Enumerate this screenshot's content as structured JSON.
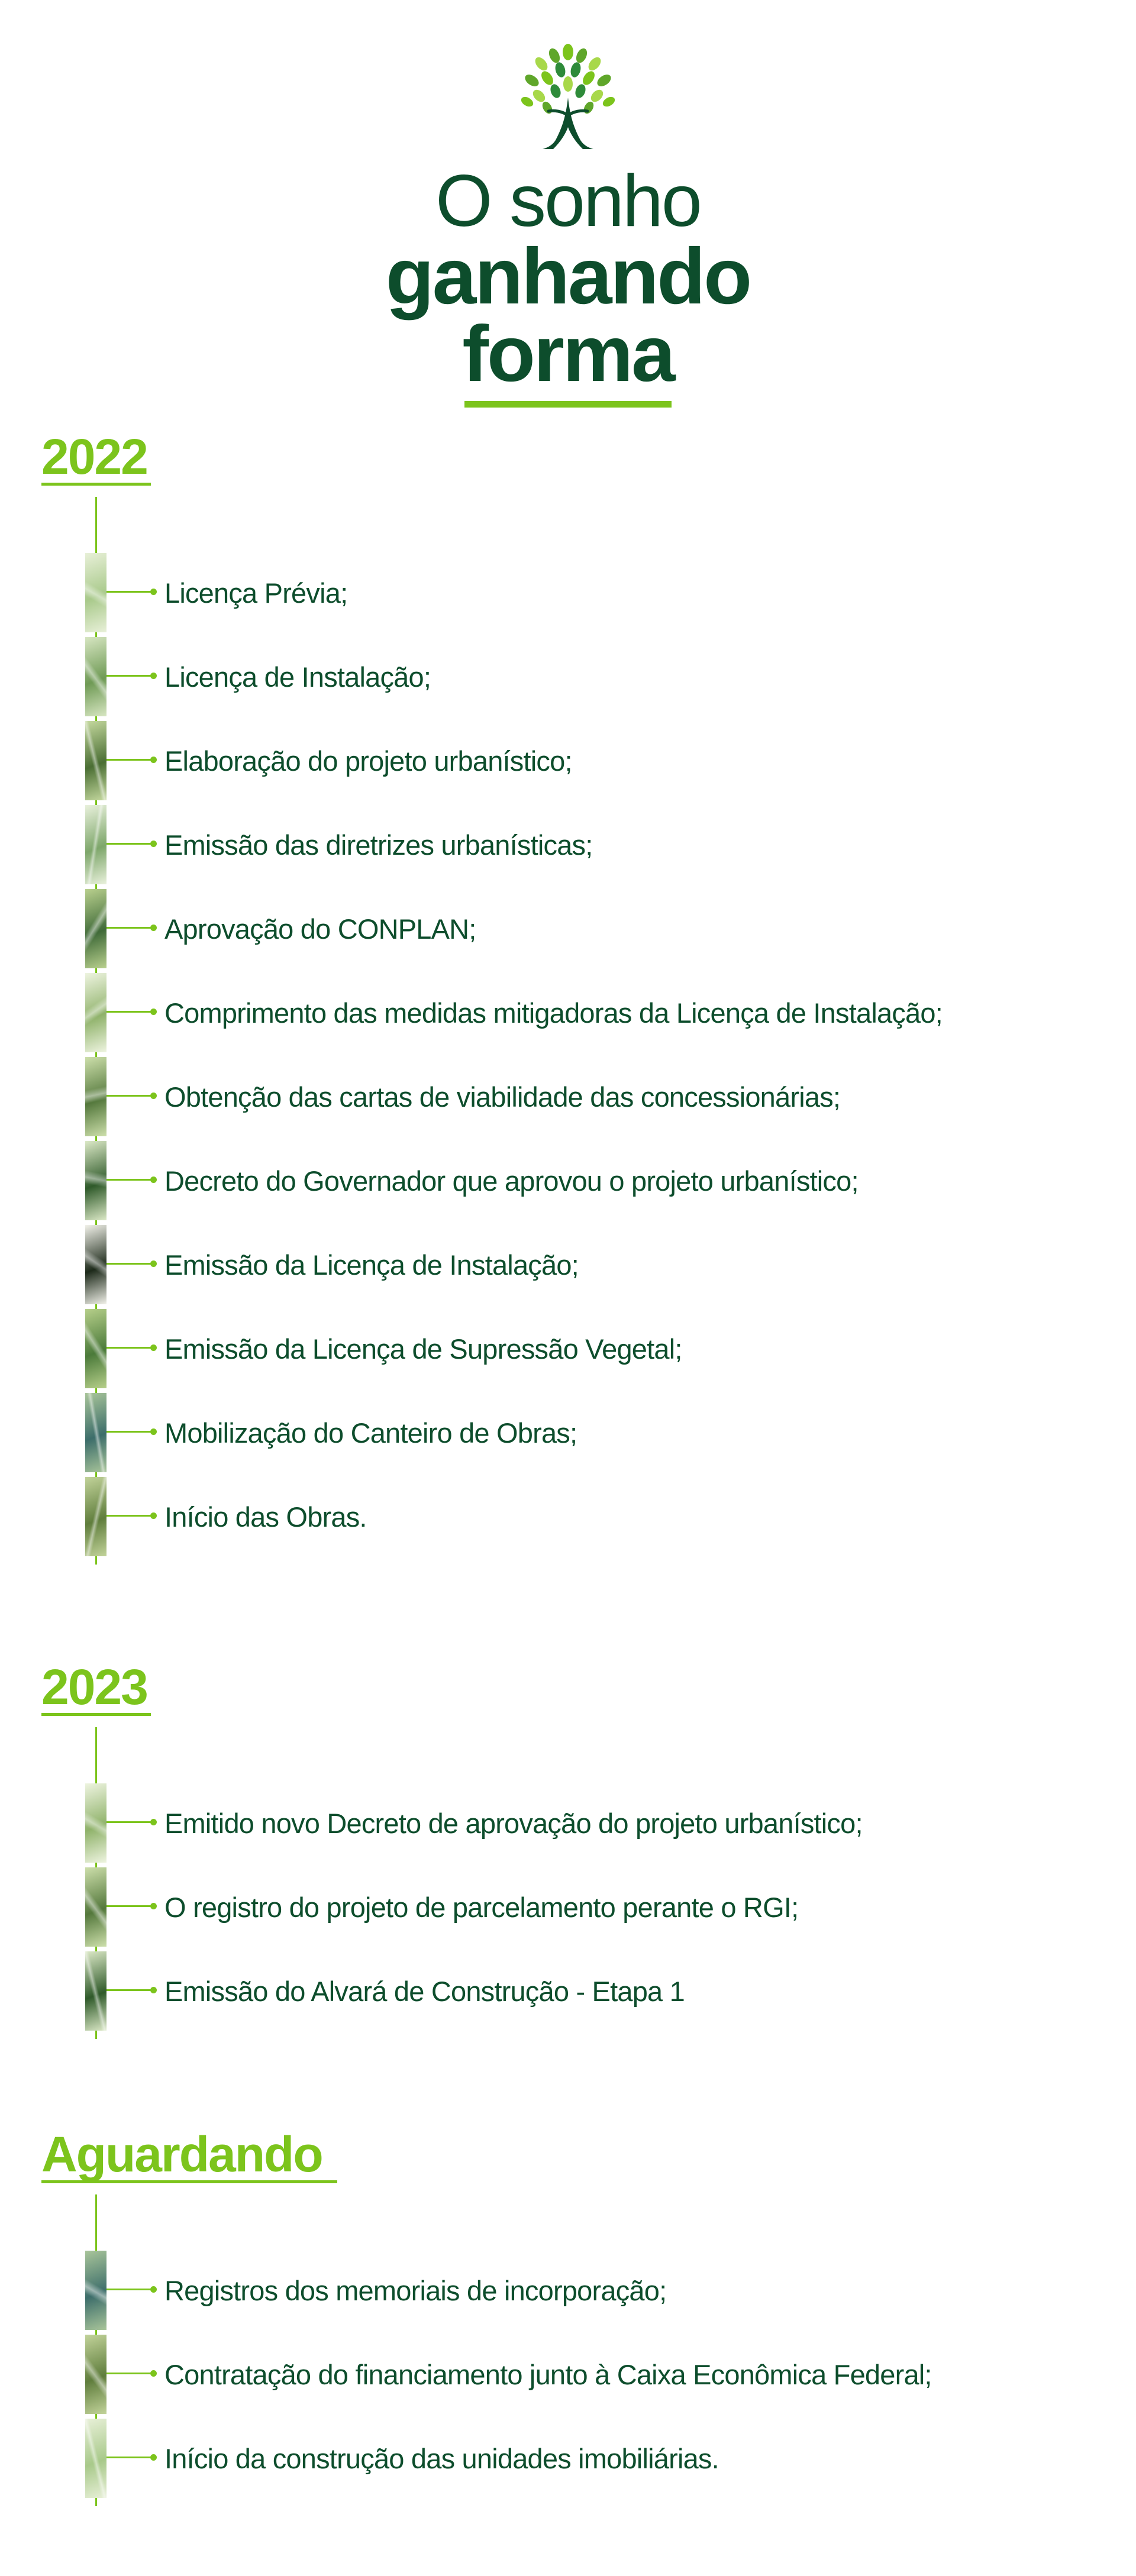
{
  "header": {
    "logo_icon": "tree-icon",
    "title_line1": "O sonho",
    "title_line2": "ganhando",
    "title_line3": "forma"
  },
  "colors": {
    "dark_green": "#0d4d2c",
    "lime_green": "#7cc41c"
  },
  "sections": [
    {
      "year": "2022",
      "items": [
        "Licença Prévia;",
        "Licença de Instalação;",
        "Elaboração do projeto urbanístico;",
        "Emissão das diretrizes urbanísticas;",
        "Aprovação do CONPLAN;",
        "Comprimento das medidas mitigadoras da Licença de Instalação;",
        "Obtenção das cartas de viabilidade das concessionárias;",
        "Decreto do Governador que aprovou o projeto urbanístico;",
        "Emissão da Licença de Instalação;",
        "Emissão da Licença de Supressão Vegetal;",
        "Mobilização do Canteiro de Obras;",
        "Início das Obras."
      ]
    },
    {
      "year": "2023",
      "items": [
        "Emitido novo Decreto de aprovação do projeto urbanístico;",
        "O registro do projeto de parcelamento perante o RGI;",
        "Emissão do Alvará de Construção - Etapa 1"
      ]
    },
    {
      "year": "Aguardando",
      "items": [
        "Registros dos memoriais de incorporação;",
        "Contratação do financiamento junto à Caixa Econômica Federal;",
        "Início da construção das unidades imobiliárias."
      ]
    }
  ]
}
